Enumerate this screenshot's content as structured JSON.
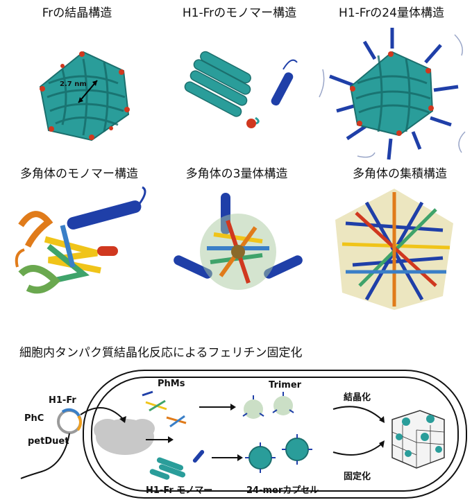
{
  "titles": {
    "r1c1": "Frの結晶構造",
    "r1c2": "H1-Frのモノマー構造",
    "r1c3": "H1-Frの24量体構造",
    "r2c1": "多角体のモノマー構造",
    "r2c2": "多角体の3量体構造",
    "r2c3": "多角体の集積構造"
  },
  "annotation": "2.7 nm",
  "section_title": "細胞内タンパク質結晶化反応によるフェリチン固定化",
  "diagram": {
    "phms": "PhMs",
    "trimer": "Trimer",
    "crystallize": "結晶化",
    "fix": "固定化",
    "h1fr_top": "H1-Fr",
    "phc": "PhC",
    "petduet": "petDuet",
    "h1fr_monomer": "H1-Fr モノマー",
    "capsule": "24-merカプセル"
  },
  "colors": {
    "teal": "#2a9d9a",
    "blue": "#1f3fa8",
    "red": "#d0381f"
  }
}
